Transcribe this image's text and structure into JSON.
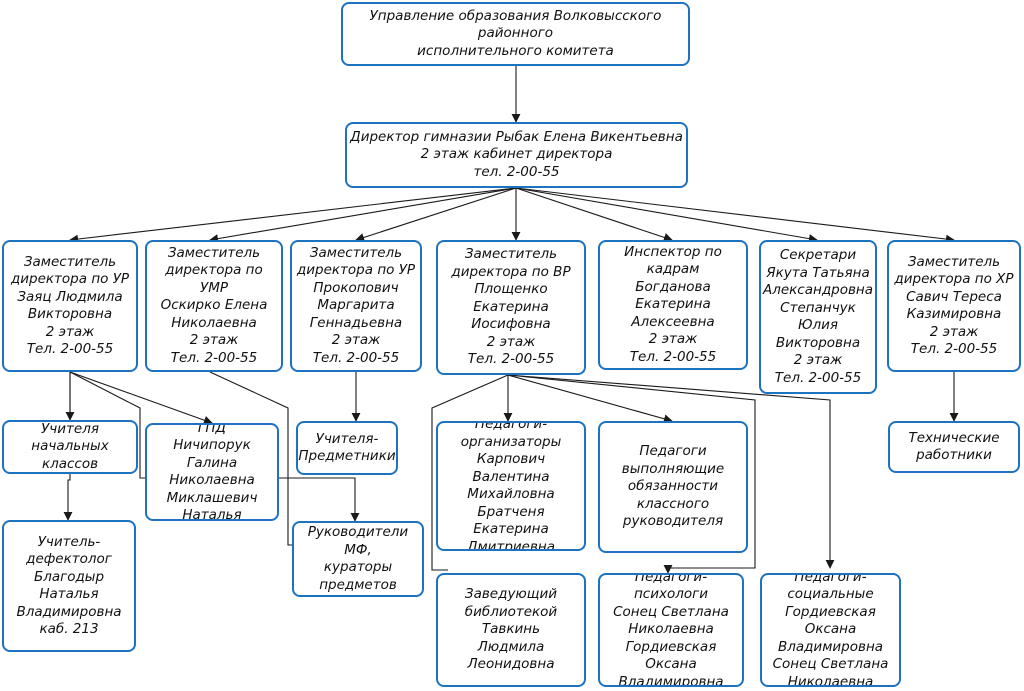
{
  "nodes": {
    "root": "Управление образования Волковысского районного\nисполнительного комитета",
    "director": "Директор гимназии Рыбак Елена Викентьевна\n2 этаж кабинет директора\nтел. 2-00-55",
    "deputy_ur_1": "Заместитель\nдиректора по УР\nЗаяц Людмила\nВикторовна\n2 этаж\nТел. 2-00-55",
    "deputy_umr": "Заместитель\nдиректора по УМР\nОскирко Елена\nНиколаевна\n2 этаж\nТел. 2-00-55",
    "deputy_ur_2": "Заместитель\nдиректора по УР\nПрокопович\nМаргарита\nГеннадьевна\n2 этаж\nТел. 2-00-55",
    "deputy_vr": "Заместитель\nдиректора по ВР\nПлощенко\nЕкатерина\nИосифовна\n2 этаж\nТел. 2-00-55",
    "hr_inspector": "Инспектор по\nкадрам\nБогданова Екатерина\nАлексеевна\n2 этаж\nТел. 2-00-55",
    "secretaries": "Секретари\nЯкута Татьяна\nАлександровна\nСтепанчук Юлия\nВикторовна\n2 этаж\nТел. 2-00-55",
    "deputy_hr": "Заместитель\nдиректора по ХР\nСавич Тереса\nКазимировна\n2 этаж\nТел. 2-00-55",
    "primary_teachers": "Учителя начальных\nклассов",
    "defectologist": "Учитель-\nдефектолог\nБлагодыр\nНаталья\nВладимировна\nкаб. 213",
    "gpd_educators": "Воспитатели ГПД\nНичипорук Галина\nНиколаевна\nМиклашевич\nНаталья Игоревна",
    "subject_teachers": "Учителя-\nПредметники",
    "mf_heads": "Руководители МФ,\nкураторы\nпредметов",
    "organizers": "Педагоги-\nорганизаторы\nКарпович Валентина\nМихайловна\nБратченя Екатерина\nДмитриевна",
    "class_teachers": "Педагоги\nвыполняющие\nобязанности\nклассного\nруководителя",
    "librarian": "Заведующий\nбиблиотекой\nТавкинь\nЛюдмила\nЛеонидовна",
    "psychologists": "Педагоги-\nпсихологи\nСонец Светлана\nНиколаевна\nГордиевская Оксана\nВладимировна",
    "social_pedagogues": "Педагоги-\nсоциальные\nГордиевская Оксана\nВладимировна\nСонец Светлана\nНиколаевна",
    "tech_staff": "Технические\nработники"
  },
  "colors": {
    "border": "#1d72c2",
    "line": "#1a1a1a",
    "text": "#111111"
  }
}
